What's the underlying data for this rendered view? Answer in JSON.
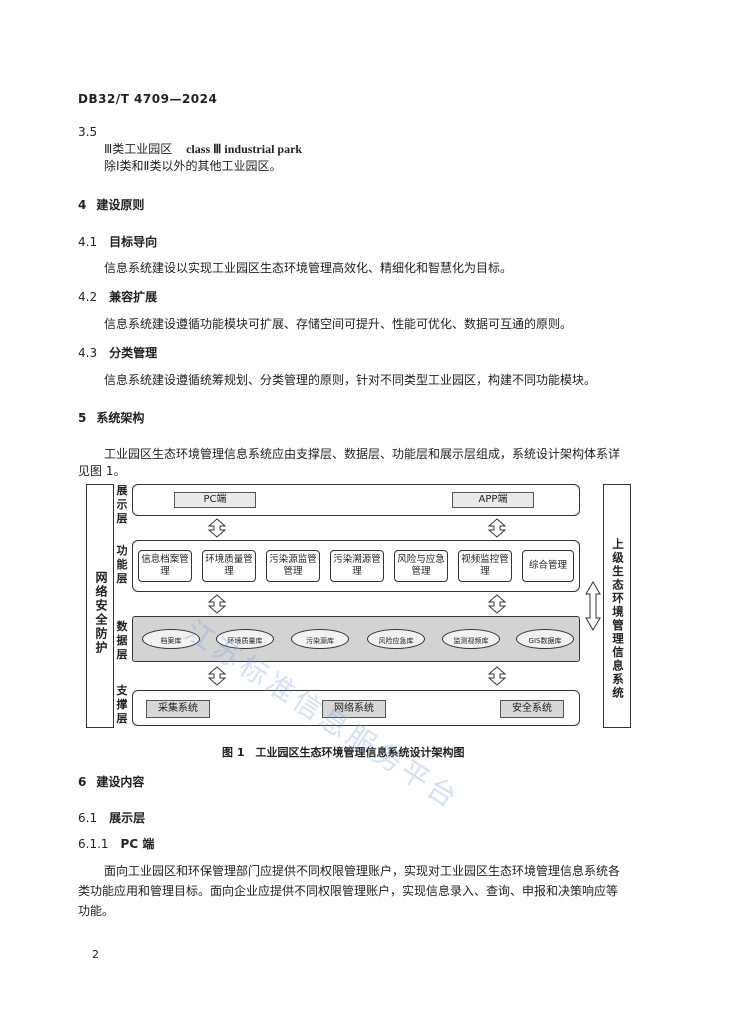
{
  "header": "DB32/T 4709—2024",
  "s35": {
    "num": "3.5",
    "term_cn": "Ⅲ类工业园区",
    "term_en": "class Ⅲ industrial park",
    "def": "除Ⅰ类和Ⅱ类以外的其他工业园区。"
  },
  "s4": {
    "num": "4",
    "title": "建设原则"
  },
  "s41": {
    "num": "4.1",
    "title": "目标导向",
    "body": "信息系统建设以实现工业园区生态环境管理高效化、精细化和智慧化为目标。"
  },
  "s42": {
    "num": "4.2",
    "title": "兼容扩展",
    "body": "信息系统建设遵循功能模块可扩展、存储空间可提升、性能可优化、数据可互通的原则。"
  },
  "s43": {
    "num": "4.3",
    "title": "分类管理",
    "body": "信息系统建设遵循统筹规划、分类管理的原则，针对不同类型工业园区，构建不同功能模块。"
  },
  "s5": {
    "num": "5",
    "title": "系统架构",
    "body_line1": "工业园区生态环境管理信息系统应由支撑层、数据层、功能层和展示层组成，系统设计架构体系详",
    "body_line2": "见图 1。"
  },
  "figure": {
    "left_label": "网络安全防护",
    "right_label": "上级生态环境管理信息系统",
    "layers": {
      "display": "展示层",
      "function": "功能层",
      "data": "数据层",
      "support": "支撑层"
    },
    "display_items": [
      "PC端",
      "APP端"
    ],
    "function_items": [
      "信息档案管理",
      "环境质量管理",
      "污染源监管管理",
      "污染溯源管理",
      "风险与应急管理",
      "视频监控管理",
      "综合管理"
    ],
    "data_items": [
      "档案库",
      "环境质量库",
      "污染源库",
      "风险应急库",
      "监测视频库",
      "GIS数据库"
    ],
    "support_items": [
      "采集系统",
      "网络系统",
      "安全系统"
    ],
    "caption": "图 1　工业园区生态环境管理信息系统设计架构图"
  },
  "s6": {
    "num": "6",
    "title": "建设内容"
  },
  "s61": {
    "num": "6.1",
    "title": "展示层"
  },
  "s611": {
    "num": "6.1.1",
    "title": "PC 端",
    "line1": "面向工业园区和环保管理部门应提供不同权限管理账户，实现对工业园区生态环境管理信息系统各",
    "line2": "类功能应用和管理目标。面向企业应提供不同权限管理账户，实现信息录入、查询、申报和决策响应等",
    "line3": "功能。"
  },
  "page_number": "2",
  "watermark": "江苏标准信息服务平台"
}
